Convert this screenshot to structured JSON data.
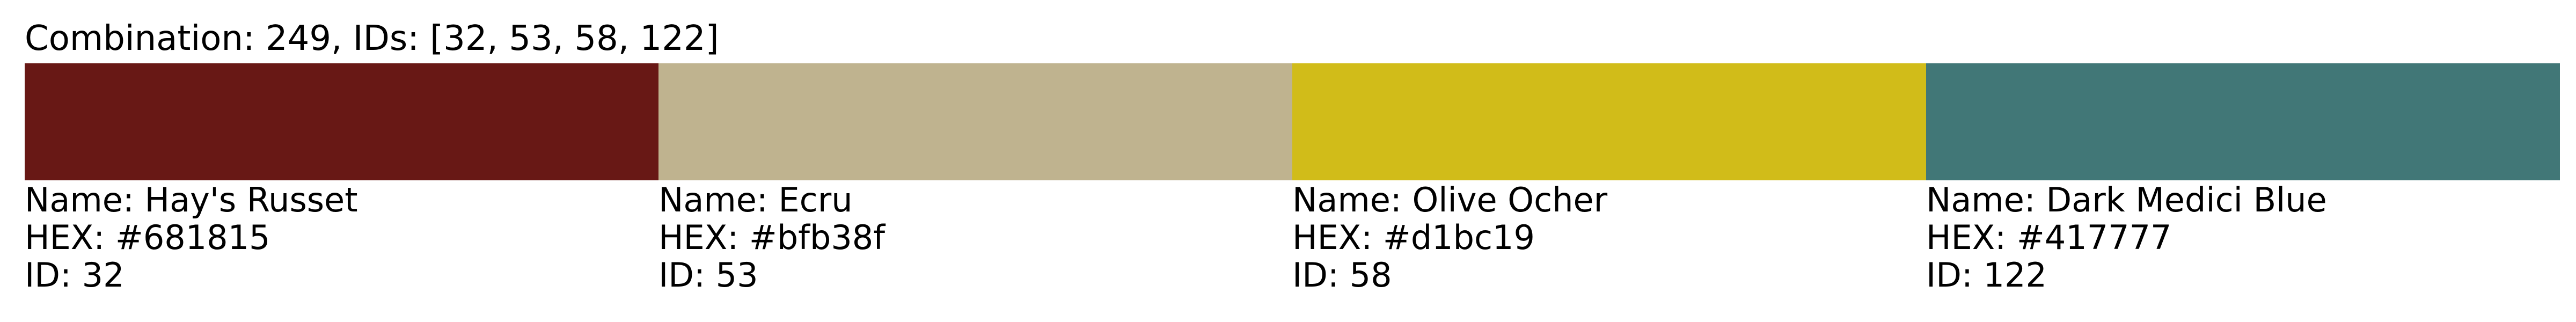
{
  "title": "Combination: 249, IDs: [32, 53, 58, 122]",
  "swatches": [
    {
      "color": "#681815",
      "name_line": "Name: Hay's Russet",
      "hex_line": "HEX: #681815",
      "id_line": "ID: 32"
    },
    {
      "color": "#bfb38f",
      "name_line": "Name: Ecru",
      "hex_line": "HEX: #bfb38f",
      "id_line": "ID: 53"
    },
    {
      "color": "#d1bc19",
      "name_line": "Name: Olive Ocher",
      "hex_line": "HEX: #d1bc19",
      "id_line": "ID: 58"
    },
    {
      "color": "#417777",
      "name_line": "Name: Dark Medici Blue",
      "hex_line": "HEX: #417777",
      "id_line": "ID: 122"
    }
  ]
}
